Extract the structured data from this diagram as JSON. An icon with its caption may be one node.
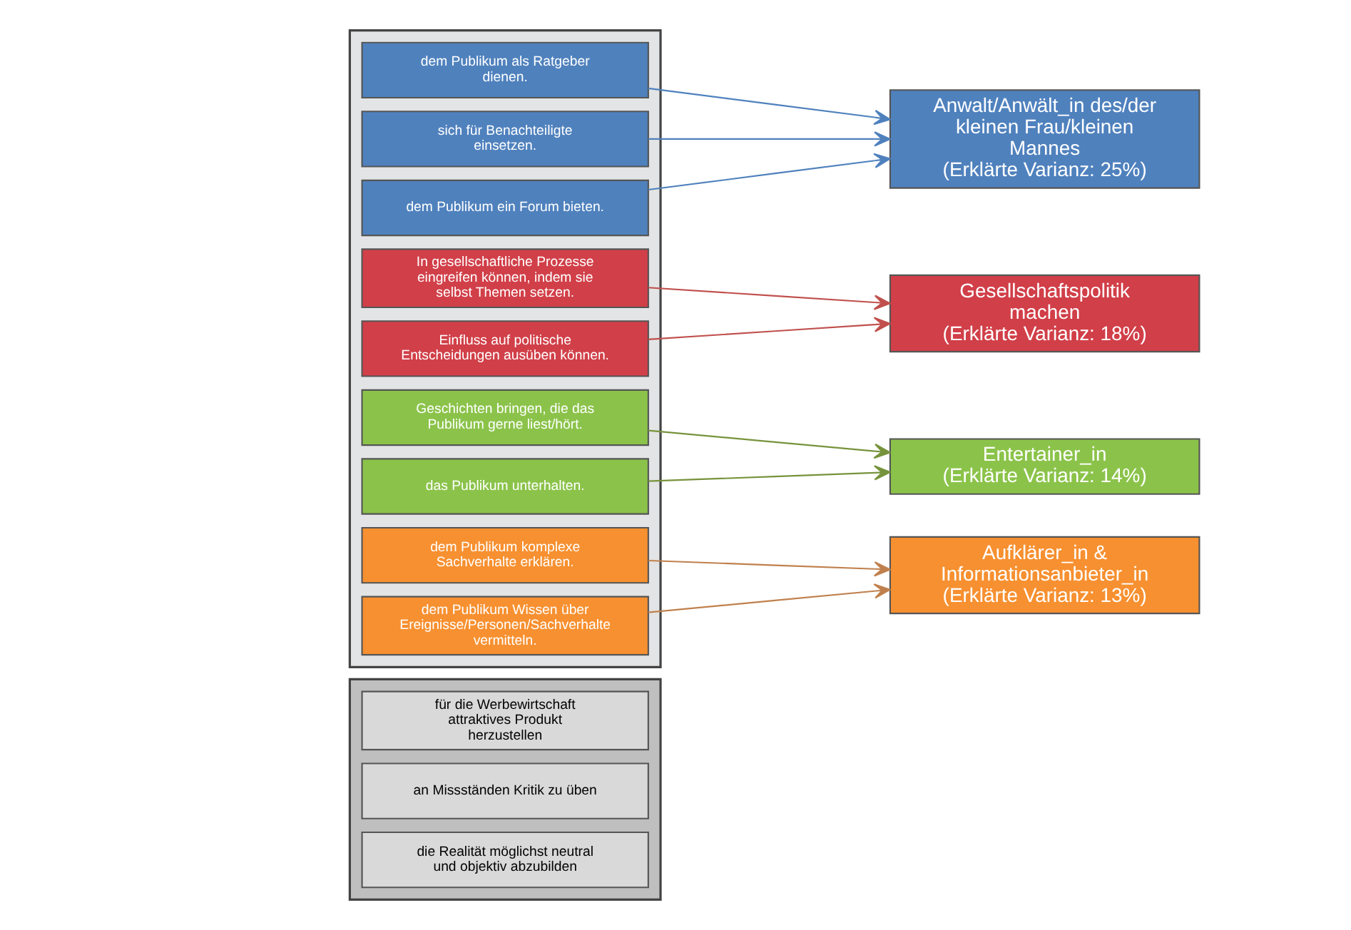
{
  "diagram": {
    "nodes": [
      {
        "text": [],
        "shape": "box"
      },
      {
        "text": [
          "für die Werbewirtschaft attraktives Produkt herzustellen"
        ],
        "in": 0
      },
      {
        "text": [
          "an Missständen Kritik zu üben"
        ],
        "in": 0
      },
      {
        "text": [
          "die Realität möglichst neutral und objektiv abzubilden"
        ],
        "in": 0
      },
      {
        "text": [],
        "shape": "box"
      },
      {
        "text": [
          "dem Publikum als Ratgeber dienen."
        ],
        "in": 4
      },
      {
        "text": [
          "sich für Benachteiligte einsetzen."
        ],
        "in": 4
      },
      {
        "text": [
          "dem Publikum ein Forum bieten."
        ],
        "in": 4
      },
      {
        "text": [
          "In gesellschaftliche Prozesse eingreifen können, indem sie selbst Themen setzen."
        ],
        "in": 4
      },
      {
        "text": [
          "Einfluss auf politische Entscheidungen ausüben können."
        ],
        "in": 4
      },
      {
        "text": [
          "Geschichten bringen, die das Publikum gerne liest/hört."
        ],
        "in": 4
      },
      {
        "text": [
          "das Publikum unterhalten."
        ],
        "in": 4
      },
      {
        "text": [
          "dem Publikum komplexe Sachverhalte erklären."
        ],
        "in": 4
      },
      {
        "text": [
          "dem Publikum Wissen über Ereignisse/Personen/Sachverhalte vermitteln."
        ],
        "in": 4
      },
      {
        "text": [
          "Anwalt/Anwält_in des/der kleinen Frau/kleinen Mannes",
          "(Erklärte Varianz: 25%)"
        ]
      },
      {
        "text": [
          "Gesellschaftspolitik machen",
          "(Erklärte Varianz: 18%)"
        ]
      },
      {
        "text": [
          "Entertainer_in",
          "(Erklärte Varianz: 14%)"
        ]
      },
      {
        "text": [
          "Aufklärer_in & Informationsanbieter_in",
          "(Erklärte Varianz: 13%)"
        ]
      }
    ],
    "edges": [
      {
        "from": 5,
        "to": 14,
        "arrow": "to",
        "color": "#4f81bd"
      },
      {
        "from": 6,
        "to": 14,
        "arrow": "to",
        "color": "#4f81bd"
      },
      {
        "from": 7,
        "to": 14,
        "arrow": "to",
        "color": "#4f81bd"
      },
      {
        "from": 8,
        "to": 15,
        "arrow": "to",
        "color": "#c0504d"
      },
      {
        "from": 9,
        "to": 15,
        "arrow": "to",
        "color": "#c0504d"
      },
      {
        "from": 10,
        "to": 16,
        "arrow": "to",
        "color": "#77933c"
      },
      {
        "from": 11,
        "to": 16,
        "arrow": "to",
        "color": "#77933c"
      },
      {
        "from": 12,
        "to": 17,
        "arrow": "to",
        "color": "#c0804d"
      },
      {
        "from": 13,
        "to": 17,
        "arrow": "to",
        "color": "#c0804d"
      }
    ]
  }
}
